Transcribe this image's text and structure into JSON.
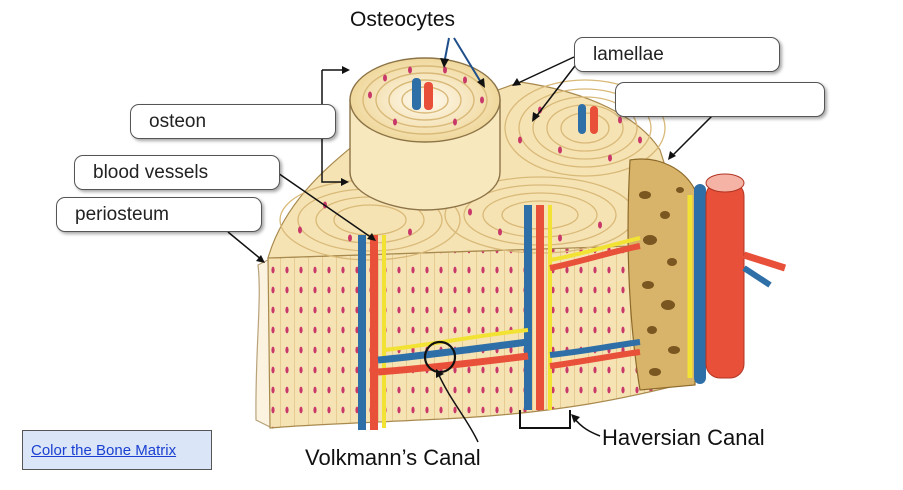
{
  "labels": {
    "osteocytes": "Osteocytes",
    "lamellae": "lamellae",
    "osteon": "osteon",
    "blood_vessels": "blood vessels",
    "periosteum": "periosteum",
    "blank": "",
    "volkmanns_canal": "Volkmann’s Canal",
    "haversian_canal": "Haversian Canal"
  },
  "link": {
    "label": "Color the Bone Matrix"
  },
  "colors": {
    "bone": "#f6e3b4",
    "bone_shadow": "#eacf8f",
    "lamella_line": "#d9b978",
    "osteocyte_dot": "#c8396a",
    "artery": "#e8503a",
    "vein": "#2f6fa7",
    "nerve": "#f2e234",
    "spongy": "#b88a3a",
    "link_bg": "#dae6f7",
    "link_text": "#1a3fd1"
  }
}
